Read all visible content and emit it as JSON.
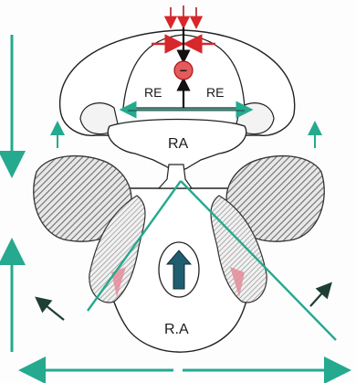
{
  "labels": {
    "left_top_region": "RE",
    "right_top_region": "RE",
    "middle_band": "RA",
    "lower_region": "R.A"
  },
  "symbols": {
    "minus_sign": "−"
  },
  "colors": {
    "teal_arrow": "#25a98f",
    "red_arrow": "#d8262a",
    "dark_arrow": "#1d3f35",
    "hatched_fill": "#6f6f6f",
    "blue_arrow": "#1f5e70",
    "pink_accent": "#e58c9a",
    "outline": "#222222"
  },
  "icons": [
    "down-arrows-icon",
    "minus-circle-icon",
    "up-arrow-icon",
    "teal-arrow-icon",
    "red-arrow-icon"
  ]
}
